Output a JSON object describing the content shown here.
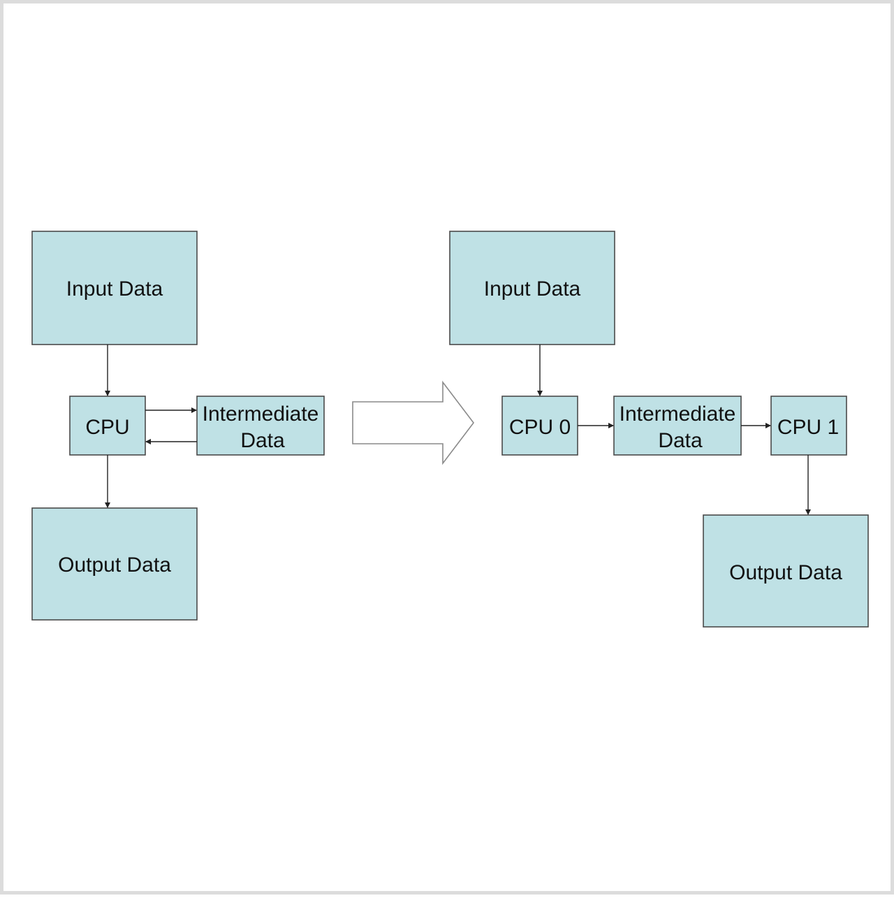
{
  "colors": {
    "box_fill": "#bfe1e5",
    "box_stroke": "#4a4a4a",
    "edge": "#222222",
    "transform_arrow_stroke": "#8a8a8a",
    "frame": "#dcdcdc"
  },
  "left_diagram": {
    "input": {
      "label": "Input Data"
    },
    "cpu": {
      "label": "CPU"
    },
    "intermediate": {
      "line1": "Intermediate",
      "line2": "Data"
    },
    "output": {
      "label": "Output Data"
    }
  },
  "right_diagram": {
    "input": {
      "label": "Input Data"
    },
    "cpu0": {
      "label": "CPU 0"
    },
    "intermediate": {
      "line1": "Intermediate",
      "line2": "Data"
    },
    "cpu1": {
      "label": "CPU 1"
    },
    "output": {
      "label": "Output Data"
    }
  },
  "edges": [
    {
      "from": "left.input",
      "to": "left.cpu"
    },
    {
      "from": "left.cpu",
      "to": "left.intermediate"
    },
    {
      "from": "left.intermediate",
      "to": "left.cpu"
    },
    {
      "from": "left.cpu",
      "to": "left.output"
    },
    {
      "from": "right.input",
      "to": "right.cpu0"
    },
    {
      "from": "right.cpu0",
      "to": "right.intermediate"
    },
    {
      "from": "right.intermediate",
      "to": "right.cpu1"
    },
    {
      "from": "right.cpu1",
      "to": "right.output"
    }
  ],
  "transform_arrow": {
    "direction": "right",
    "style": "hollow-block-arrow"
  }
}
